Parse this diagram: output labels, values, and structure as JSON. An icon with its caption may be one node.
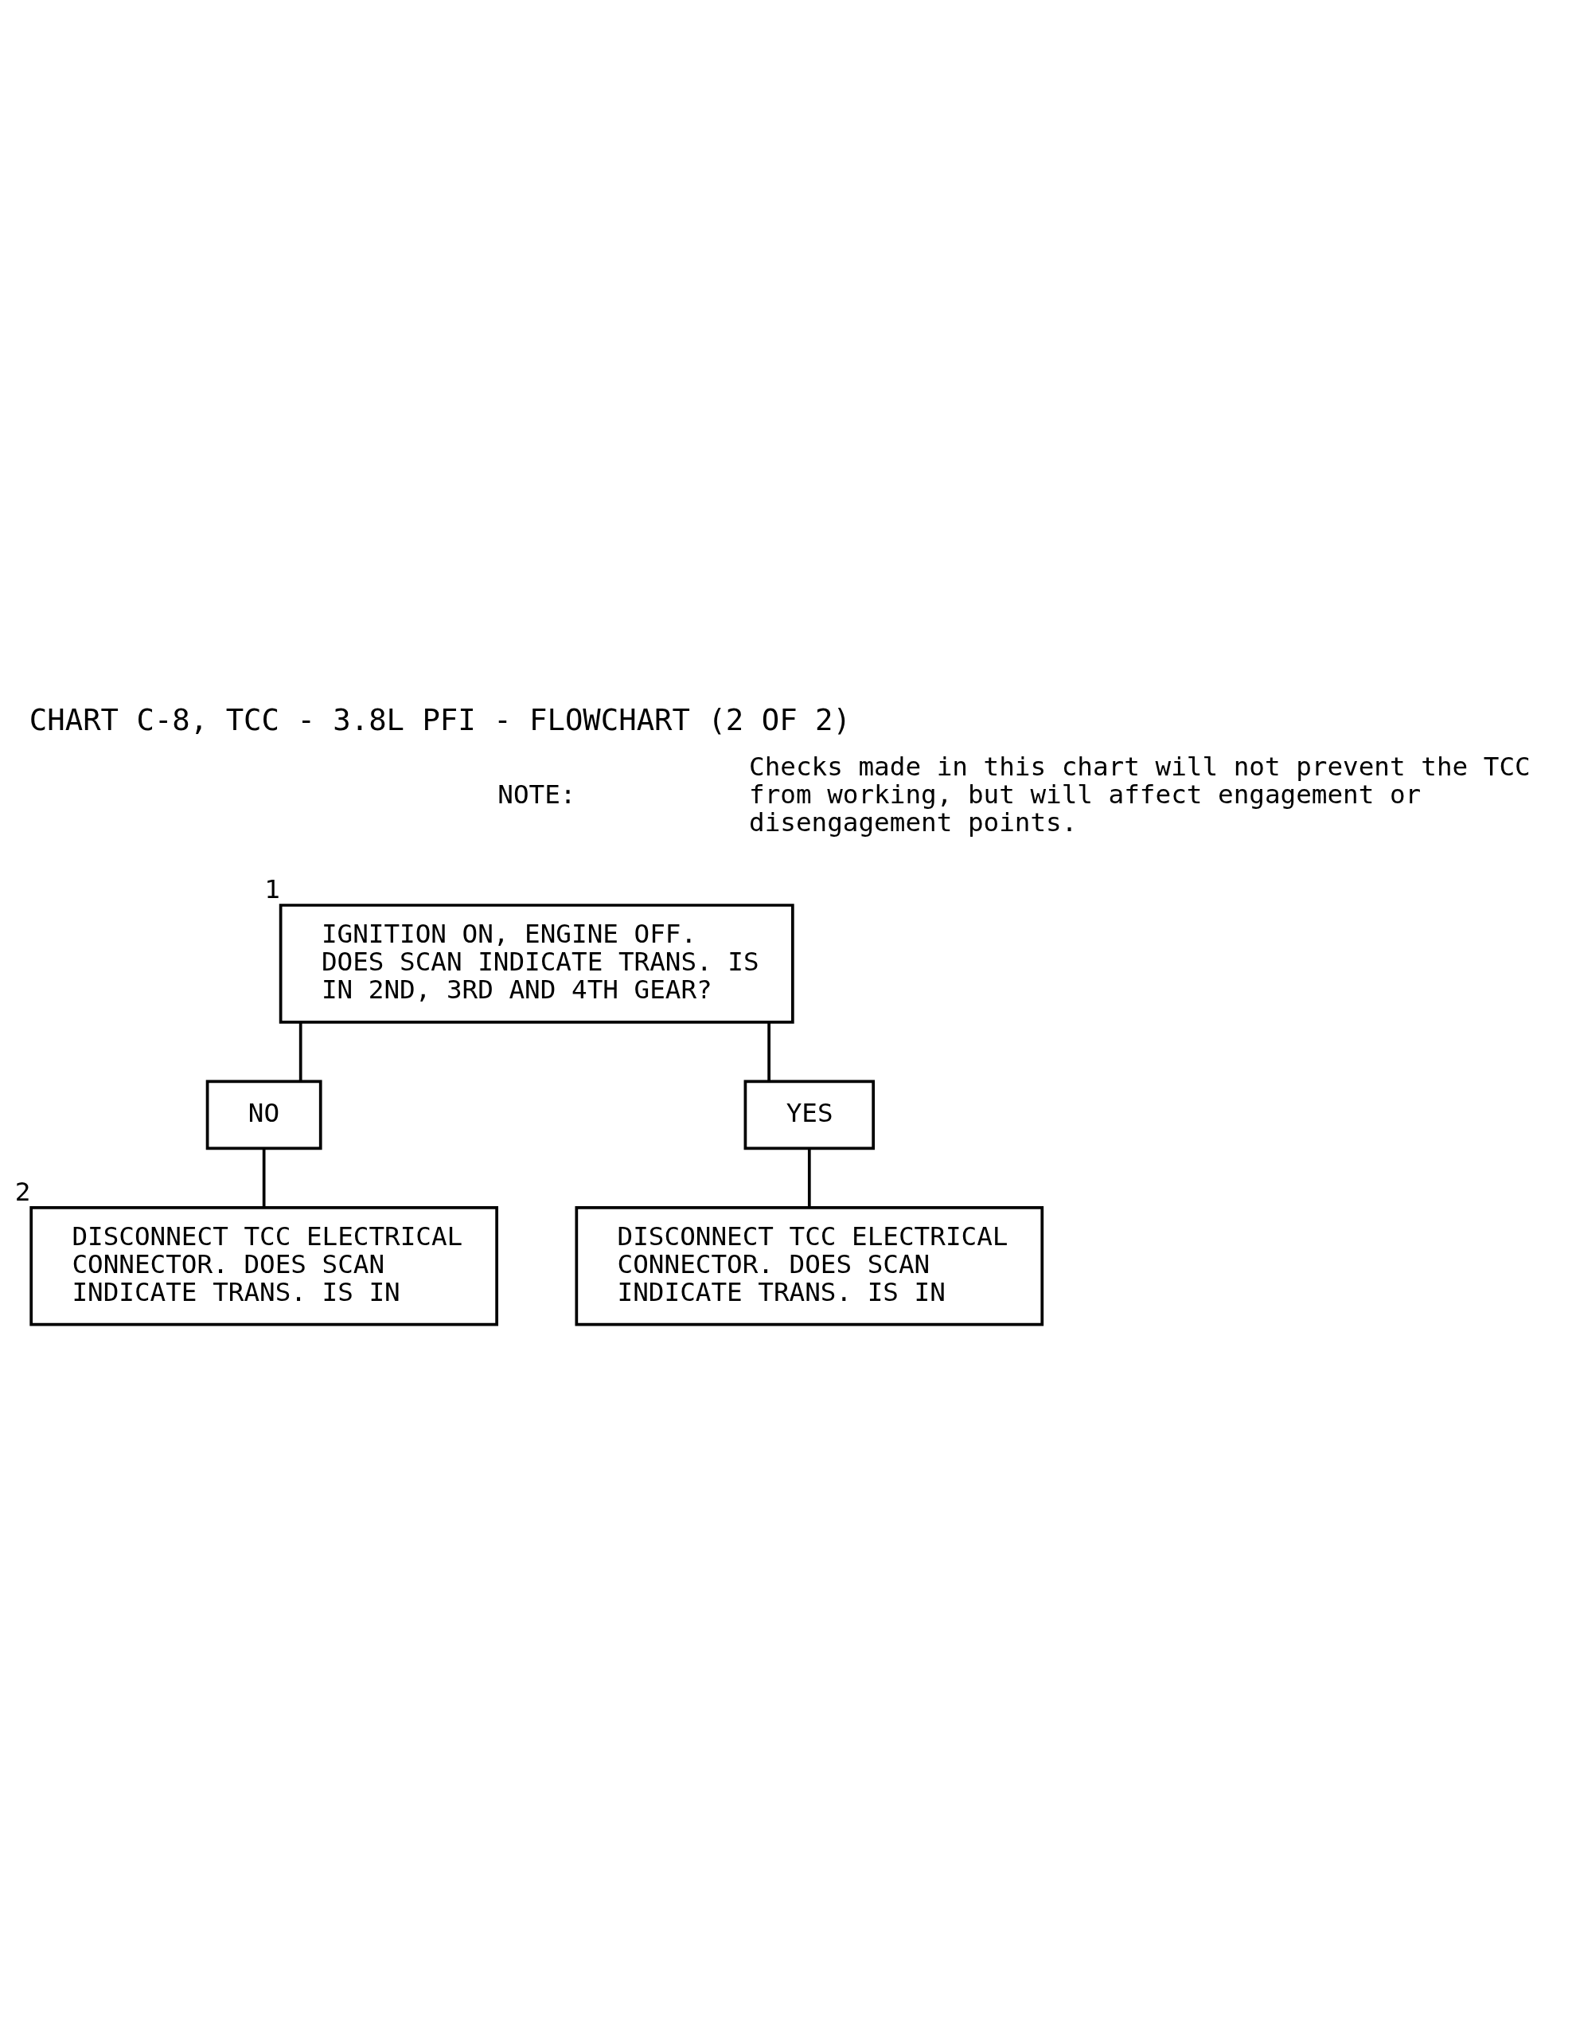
{
  "diagram": {
    "title": "CHART C-8, TCC - 3.8L PFI - FLOWCHART (2 OF 2)",
    "nodes": [
      {
        "text": [
          "IGNITION ON, ENGINE OFF. DOES SCAN INDICATE TRANS. IS IN 2ND, 3RD AND 4TH GEAR?"
        ],
        "beside": [
          "1"
        ]
      },
      {
        "text": [
          "NO"
        ]
      },
      {
        "text": [
          "YES"
        ]
      },
      {
        "text": [
          "DISCONNECT TCC ELECTRICAL CONNECTOR. DOES SCAN INDICATE TRANS. IS IN"
        ],
        "beside": [
          "2"
        ]
      },
      {
        "text": [
          "DISCONNECT TCC ELECTRICAL CONNECTOR. DOES SCAN INDICATE TRANS. IS IN"
        ]
      }
    ],
    "edges": [
      {
        "from": 0,
        "to": 1,
        "arrow": "none"
      },
      {
        "from": 0,
        "to": 2,
        "arrow": "none"
      },
      {
        "from": 1,
        "to": 3,
        "arrow": "none"
      },
      {
        "from": 2,
        "to": 4,
        "arrow": "none"
      }
    ],
    "labels": [
      "NOTE:",
      "Checks made in this chart will not prevent the TCC from working, but will affect engagement or disengagement points."
    ]
  }
}
